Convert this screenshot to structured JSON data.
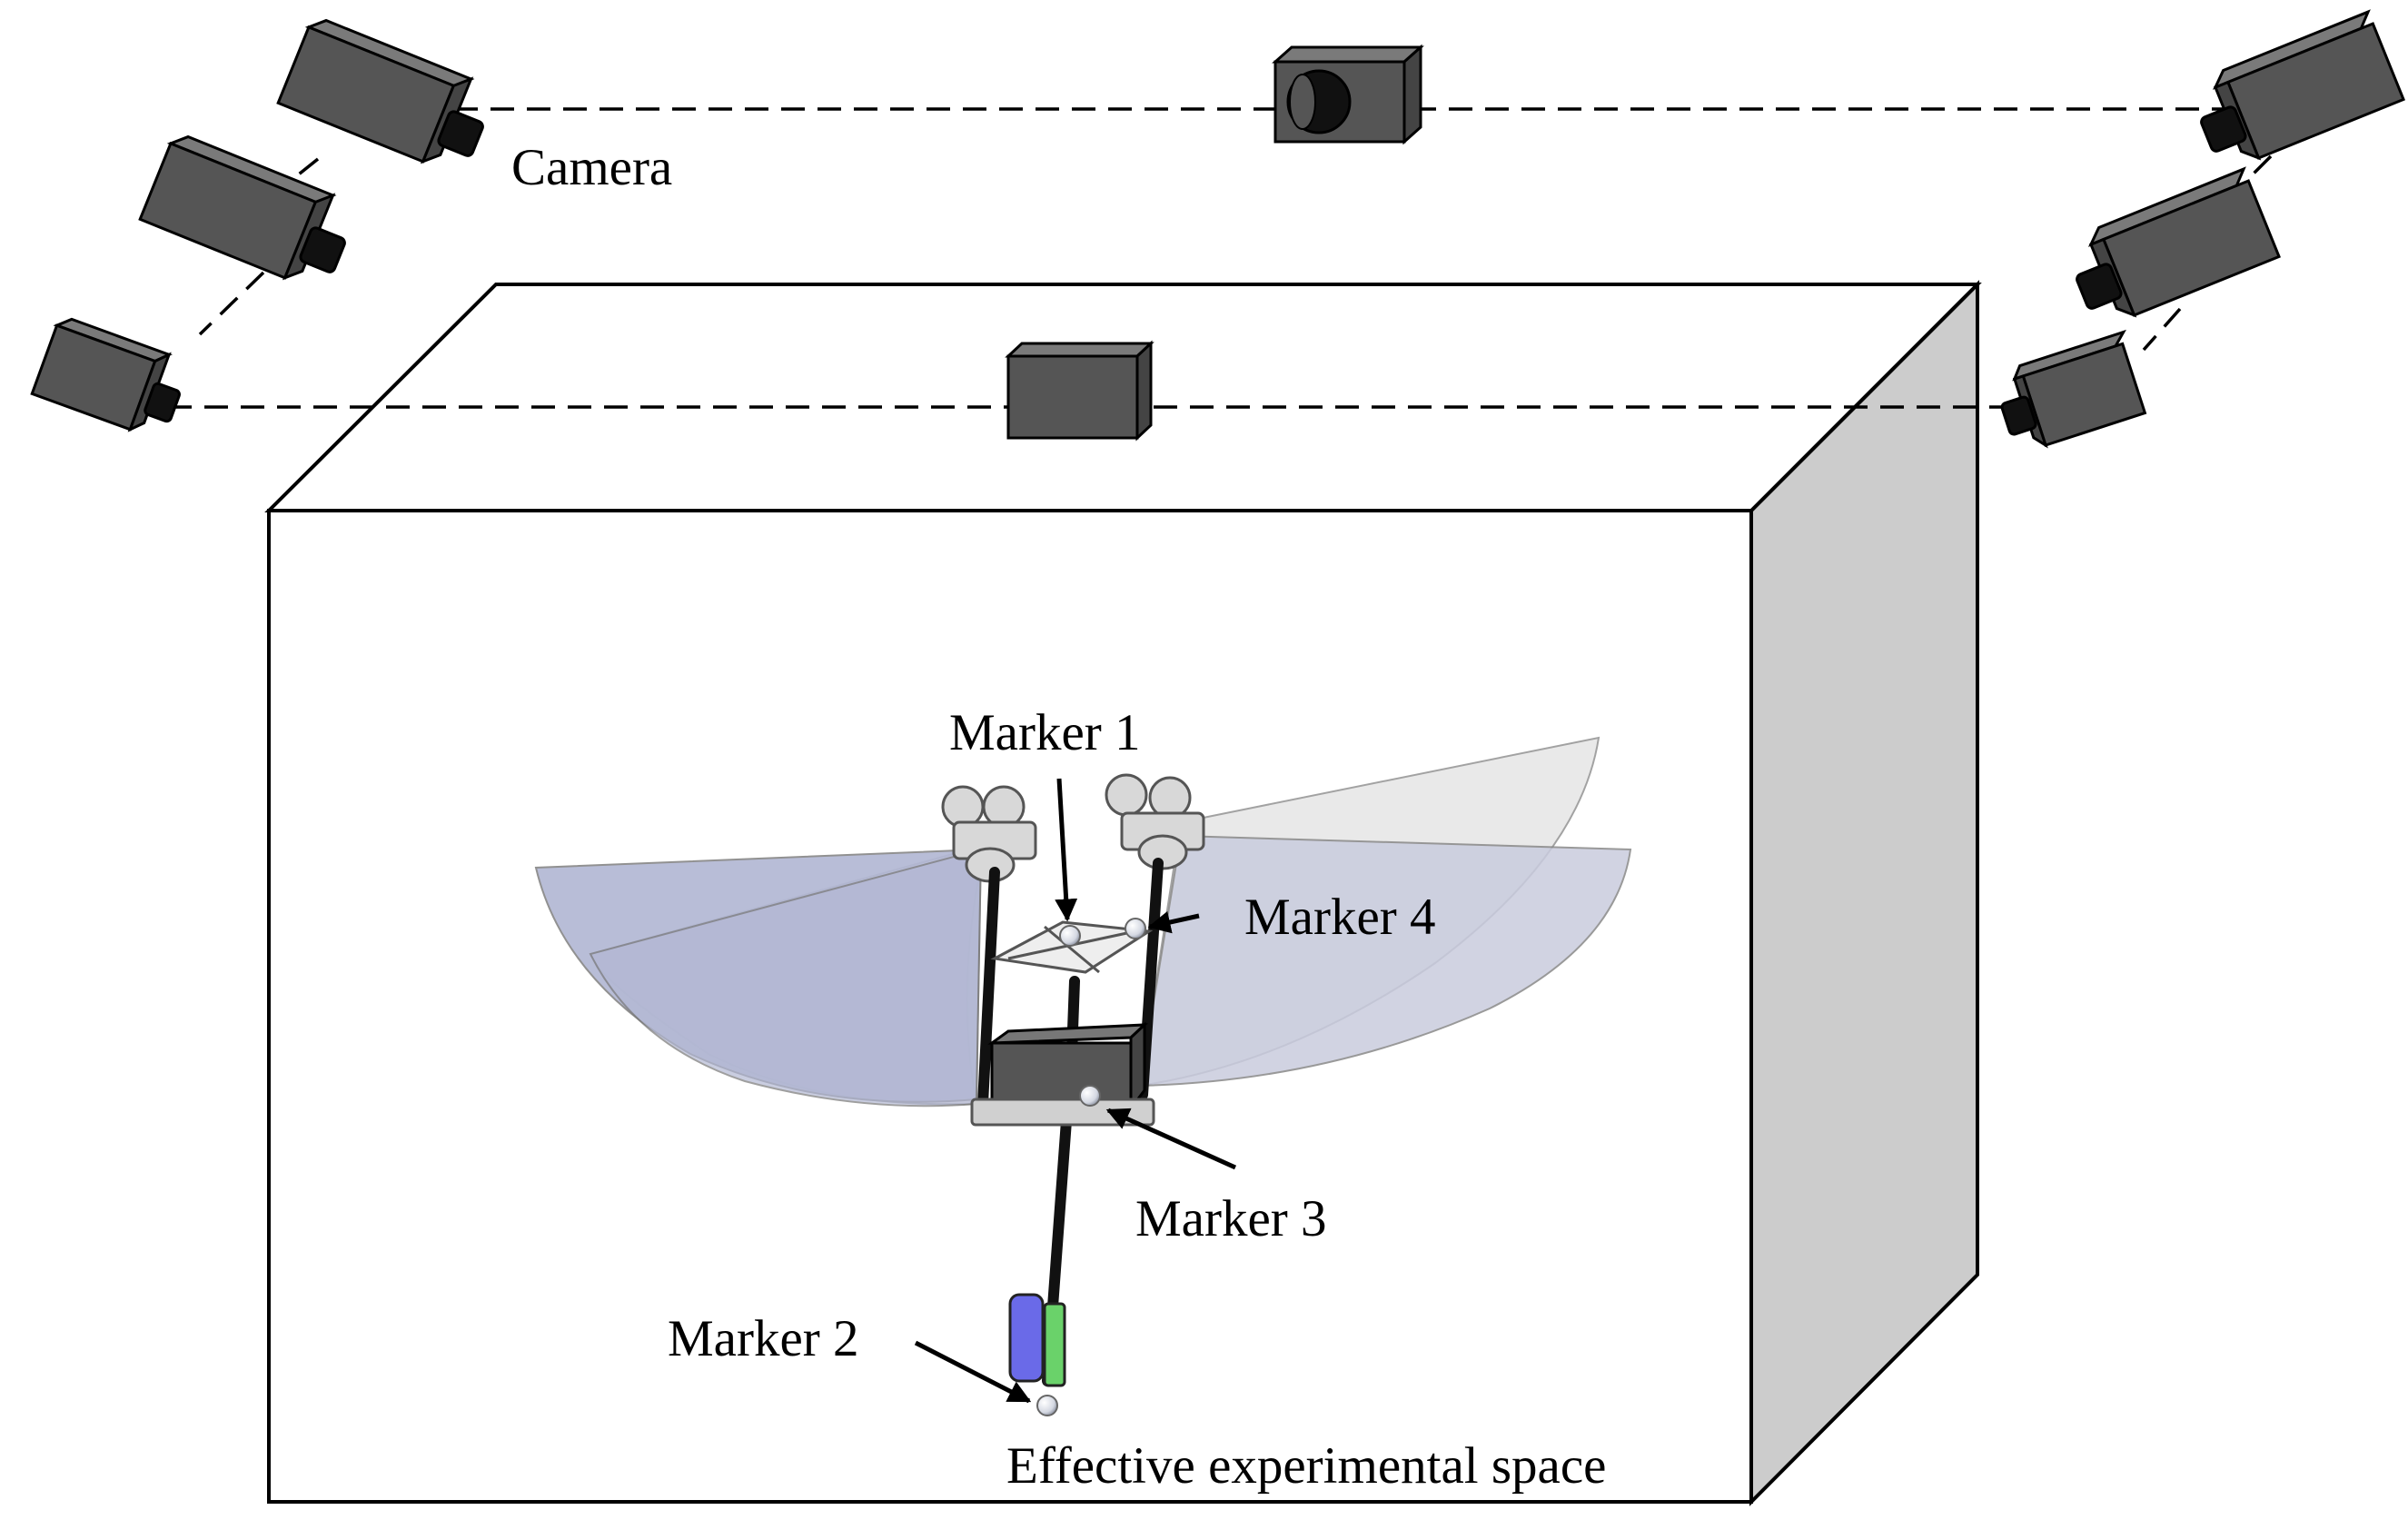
{
  "labels": {
    "camera": "Camera",
    "marker_1": "Marker 1",
    "marker_2": "Marker 2",
    "marker_3": "Marker 3",
    "marker_4": "Marker 4",
    "space": "Effective experimental space"
  },
  "colors": {
    "camera_body": "#555555",
    "camera_lens": "#111111",
    "box_side": "#cccccc",
    "box_front": "#ffffff",
    "wing_dark": "#b3b8d4",
    "wing_light": "#e7e7e7",
    "battery_blue": "#6a6ae8",
    "battery_green": "#6ad26a"
  },
  "icons": {
    "camera": "camera-icon",
    "marker": "marker-sphere-icon",
    "robot": "flapping-wing-robot-icon"
  }
}
